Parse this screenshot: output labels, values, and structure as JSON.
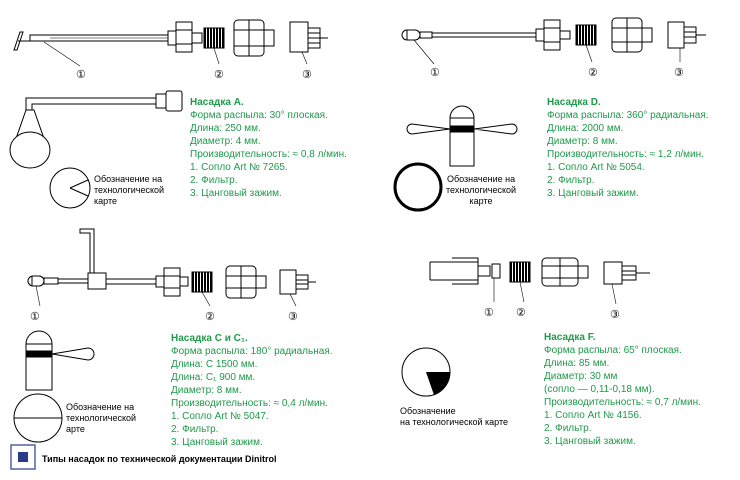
{
  "nozzle_a": {
    "title": "Насадка A.",
    "lines": [
      "Форма распыла: 30° плоская.",
      "Длина: 250 мм.",
      "Диаметр: 4 мм.",
      "Производительность: ≈ 0,8 л/мин.",
      "1. Сопло Art № 7265.",
      "2. Фильтр.",
      "3. Цанговый зажим."
    ],
    "symbol_note": [
      "Обозначение на",
      "технологической",
      "карте"
    ]
  },
  "nozzle_d": {
    "title": "Насадка D.",
    "lines": [
      "Форма распыла: 360° радиальная.",
      "Длина: 2000 мм.",
      "Диаметр: 8 мм.",
      "Производительность: ≈ 1,2 л/мин.",
      "1. Сопло Art № 5054.",
      "2. Фильтр.",
      "3. Цанговый зажим."
    ],
    "symbol_note": [
      "Обозначение на",
      "технологической",
      "карте"
    ]
  },
  "nozzle_c": {
    "title": "Насадка C и C₁.",
    "lines": [
      "Форма распыла: 180° радиальная.",
      "Длина: C 1500 мм.",
      "Длина: C₁ 900 мм.",
      "Диаметр: 8 мм.",
      "Производительность: ≈ 0,4 л/мин.",
      "1. Сопло Art № 5047.",
      "2. Фильтр.",
      "3. Цанговый зажим."
    ],
    "symbol_note": [
      "Обозначение на",
      "технологической",
      "арте"
    ]
  },
  "nozzle_f": {
    "title": "Насадка F.",
    "lines": [
      "Форма распыла: 65° плоская.",
      "Длина: 85 мм.",
      "Диаметр: 30 мм",
      "(сопло — 0,11-0,18 мм).",
      "Производительность: ≈ 0,7 л/мин.",
      "1. Сопло Art № 4156.",
      "2. Фильтр.",
      "3. Цанговый зажим."
    ],
    "symbol_note": [
      "Обозначение",
      "на технологической карте"
    ]
  },
  "callouts": [
    "①",
    "②",
    "③"
  ],
  "caption": "Типы насадок по технической документации Dinitrol",
  "colors": {
    "spec_text": "#1f9a4a",
    "line": "#000000",
    "logo_outer": "#5060a8",
    "logo_inner": "#2a3a8a"
  }
}
